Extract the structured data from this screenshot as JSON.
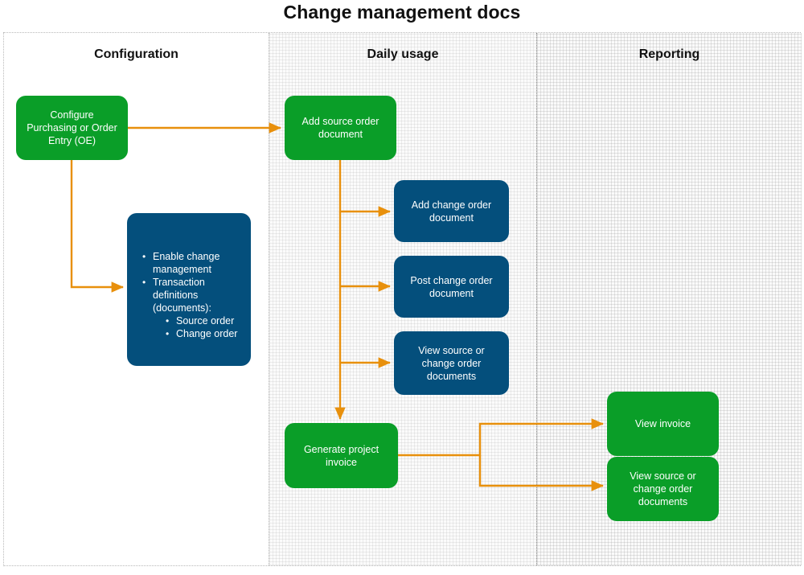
{
  "title": "Change management docs",
  "lanes": [
    {
      "id": "configuration",
      "label": "Configuration"
    },
    {
      "id": "daily-usage",
      "label": "Daily usage"
    },
    {
      "id": "reporting",
      "label": "Reporting"
    }
  ],
  "colors": {
    "green": "#0a9e28",
    "navy": "#044f7c",
    "arrow": "#e8900c",
    "title_text": "#111111",
    "lane_divider": "#b0b0b0",
    "page_background": "#ffffff"
  },
  "nodes": {
    "configure": {
      "lane": "configuration",
      "color": "green",
      "label": "Configure Purchasing or Order Entry (OE)"
    },
    "enable_change_management": {
      "lane": "configuration",
      "color": "navy",
      "bullets": [
        {
          "text": "Enable change management",
          "children": []
        },
        {
          "text": "Transaction definitions (documents):",
          "children": [
            {
              "text": "Source order"
            },
            {
              "text": "Change order"
            }
          ]
        }
      ]
    },
    "add_source_order": {
      "lane": "daily-usage",
      "color": "green",
      "label": "Add source order document"
    },
    "add_change_order": {
      "lane": "daily-usage",
      "color": "navy",
      "label": "Add change order document"
    },
    "post_change_order": {
      "lane": "daily-usage",
      "color": "navy",
      "label": "Post change order document"
    },
    "view_docs_daily": {
      "lane": "daily-usage",
      "color": "navy",
      "label": "View source or change order documents"
    },
    "generate_project_invoice": {
      "lane": "daily-usage",
      "color": "green",
      "label": "Generate project invoice"
    },
    "view_invoice": {
      "lane": "reporting",
      "color": "green",
      "label": "View invoice"
    },
    "view_docs_reporting": {
      "lane": "reporting",
      "color": "green",
      "label": "View source or change order documents"
    }
  },
  "connections": [
    {
      "from": "configure",
      "to": "add_source_order"
    },
    {
      "from": "configure",
      "to": "enable_change_management"
    },
    {
      "from": "add_source_order",
      "to": "add_change_order"
    },
    {
      "from": "add_source_order",
      "to": "post_change_order"
    },
    {
      "from": "add_source_order",
      "to": "view_docs_daily"
    },
    {
      "from": "add_source_order",
      "to": "generate_project_invoice"
    },
    {
      "from": "generate_project_invoice",
      "to": "view_invoice"
    },
    {
      "from": "generate_project_invoice",
      "to": "view_docs_reporting"
    }
  ]
}
